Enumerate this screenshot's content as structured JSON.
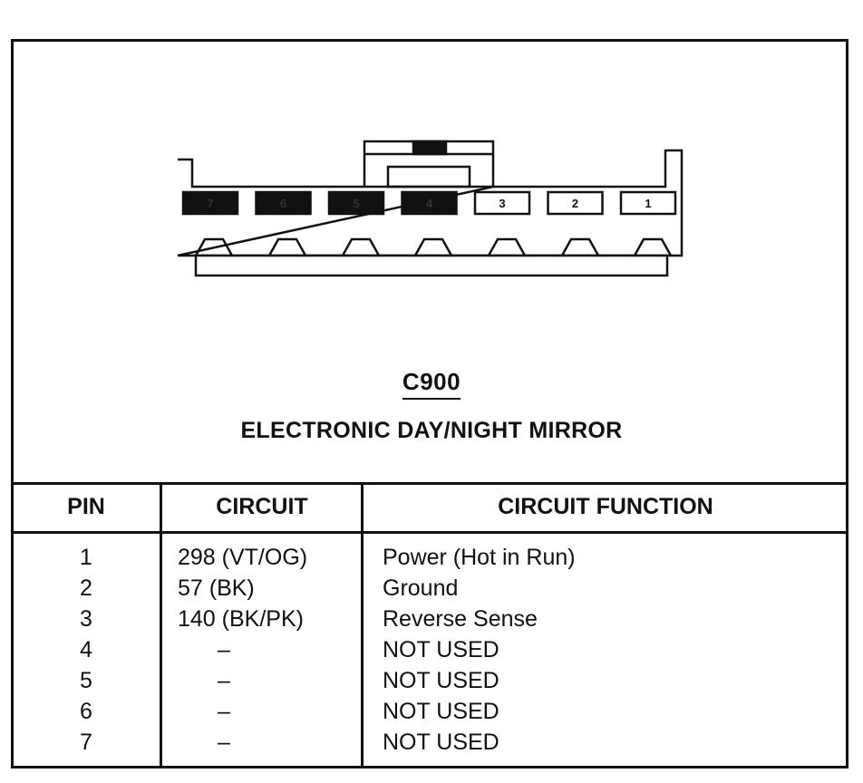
{
  "connector": {
    "code": "C900",
    "name": "ELECTRONIC DAY/NIGHT MIRROR",
    "cavities": [
      {
        "pin": "7",
        "used": false
      },
      {
        "pin": "6",
        "used": false
      },
      {
        "pin": "5",
        "used": false
      },
      {
        "pin": "4",
        "used": false
      },
      {
        "pin": "3",
        "used": true
      },
      {
        "pin": "2",
        "used": true
      },
      {
        "pin": "1",
        "used": true
      }
    ]
  },
  "table": {
    "headers": {
      "pin": "PIN",
      "circuit": "CIRCUIT",
      "function": "CIRCUIT FUNCTION"
    },
    "rows": [
      {
        "pin": "1",
        "circuit": "298 (VT/OG)",
        "function": "Power (Hot in Run)"
      },
      {
        "pin": "2",
        "circuit": "57 (BK)",
        "function": "Ground"
      },
      {
        "pin": "3",
        "circuit": "140 (BK/PK)",
        "function": "Reverse Sense"
      },
      {
        "pin": "4",
        "circuit": "–",
        "function": "NOT USED"
      },
      {
        "pin": "5",
        "circuit": "–",
        "function": "NOT USED"
      },
      {
        "pin": "6",
        "circuit": "–",
        "function": "NOT USED"
      },
      {
        "pin": "7",
        "circuit": "–",
        "function": "NOT USED"
      }
    ]
  }
}
